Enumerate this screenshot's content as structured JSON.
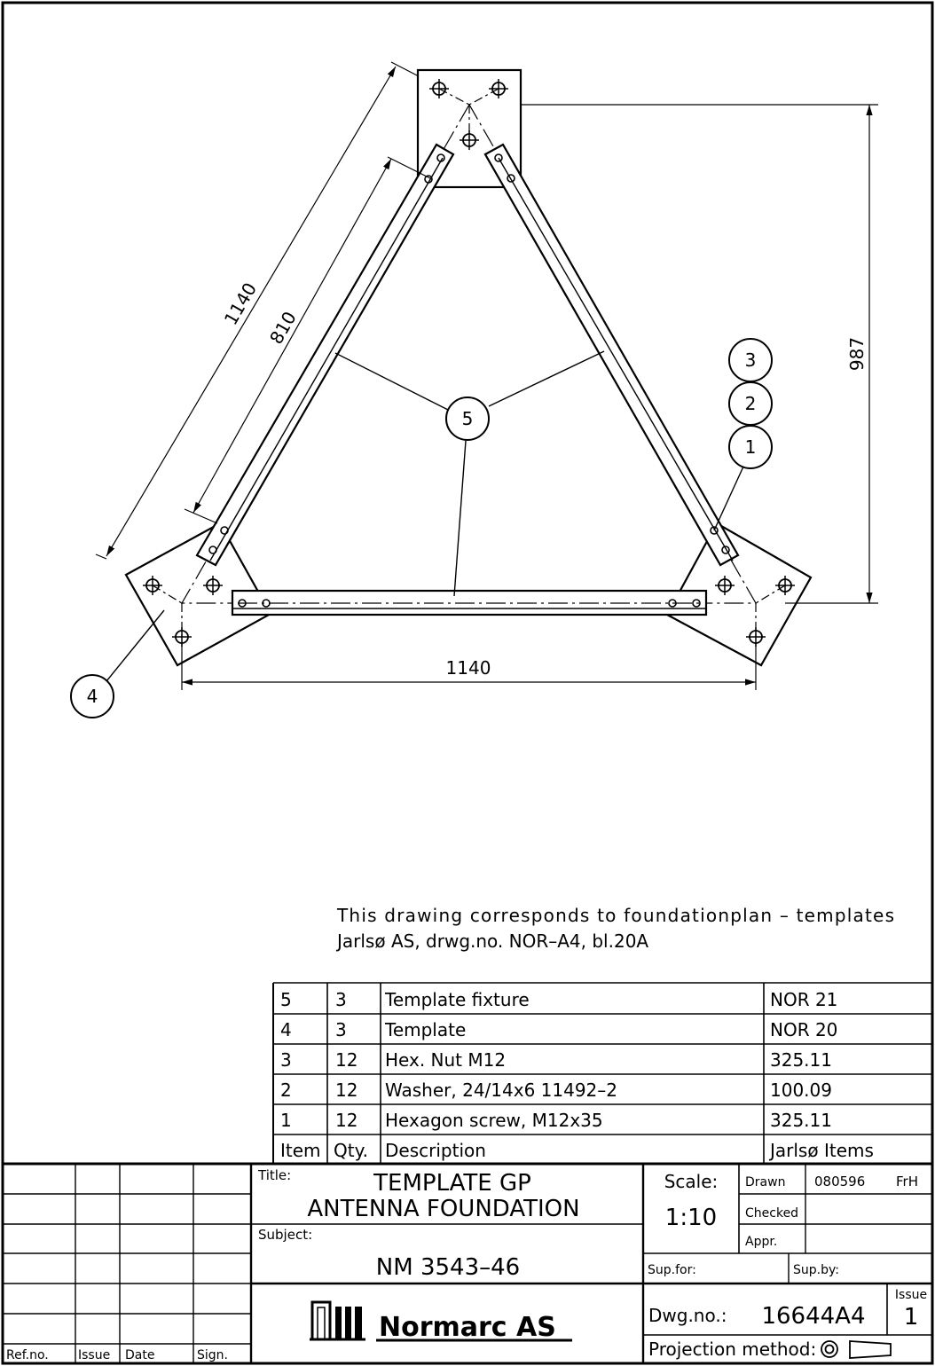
{
  "drawing": {
    "dimensions": {
      "diag_outer": "1140",
      "diag_inner": "810",
      "height": "987",
      "bottom": "1140"
    },
    "balloons": {
      "b1": "1",
      "b2": "2",
      "b3": "3",
      "b4": "4",
      "b5": "5"
    }
  },
  "note": {
    "line1": "This drawing corresponds to foundationplan – templates",
    "line2": "Jarlsø AS, drwg.no. NOR–A4, bl.20A"
  },
  "parts_list": {
    "rows": [
      {
        "item": "5",
        "qty": "3",
        "description": "Template fixture",
        "ref": "NOR 21"
      },
      {
        "item": "4",
        "qty": "3",
        "description": "Template",
        "ref": "NOR 20"
      },
      {
        "item": "3",
        "qty": "12",
        "description": "Hex. Nut M12",
        "ref": "325.11"
      },
      {
        "item": "2",
        "qty": "12",
        "description": "Washer, 24/14x6 11492–2",
        "ref": "100.09"
      },
      {
        "item": "1",
        "qty": "12",
        "description": "Hexagon screw, M12x35",
        "ref": "325.11"
      }
    ],
    "header": {
      "item": "Item",
      "qty": "Qty.",
      "description": "Description",
      "ref": "Jarlsø Items"
    }
  },
  "title_block": {
    "title_label": "Title:",
    "title_line1": "TEMPLATE GP",
    "title_line2": "ANTENNA FOUNDATION",
    "subject_label": "Subject:",
    "subject": "NM 3543–46",
    "scale_label": "Scale:",
    "scale": "1:10",
    "drawn_label": "Drawn",
    "drawn_date": "080596",
    "drawn_by": "FrH",
    "checked_label": "Checked",
    "appr_label": "Appr.",
    "sup_for_label": "Sup.for:",
    "sup_by_label": "Sup.by:",
    "issue_label": "Issue",
    "issue": "1",
    "dwg_no_label": "Dwg.no.:",
    "dwg_no": "16644A4",
    "projection_label": "Projection method:",
    "company": "Normarc AS",
    "revision_headers": {
      "ref_no": "Ref.no.",
      "issue": "Issue",
      "date": "Date",
      "sign": "Sign."
    }
  }
}
